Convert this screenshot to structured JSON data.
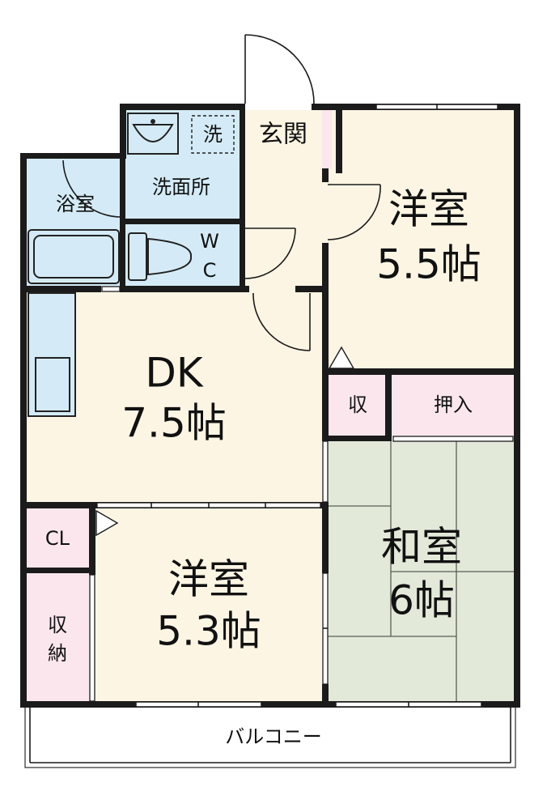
{
  "rooms": {
    "western_a": {
      "name": "洋室",
      "size": "5.5帖"
    },
    "dk": {
      "name": "DK",
      "size": "7.5帖"
    },
    "western_b": {
      "name": "洋室",
      "size": "5.3帖"
    },
    "japanese": {
      "name": "和室",
      "size": "6帖"
    },
    "entrance": "玄関",
    "washroom": "洗面所",
    "washer": "洗",
    "bath": "浴室",
    "wc_top": "W",
    "wc_bottom": "C",
    "storage_small": "収",
    "closet_japanese": "押入",
    "closet": "CL",
    "storage_top": "収",
    "storage_bottom": "納",
    "balcony": "バルコニー"
  },
  "colors": {
    "wall": "#1b1b1b",
    "living_floor": "#fdf5e4",
    "wet_area": "#d4ebf7",
    "storage": "#fbe6ee",
    "tatami": "#e2e9d9",
    "balcony": "#ffffff"
  }
}
